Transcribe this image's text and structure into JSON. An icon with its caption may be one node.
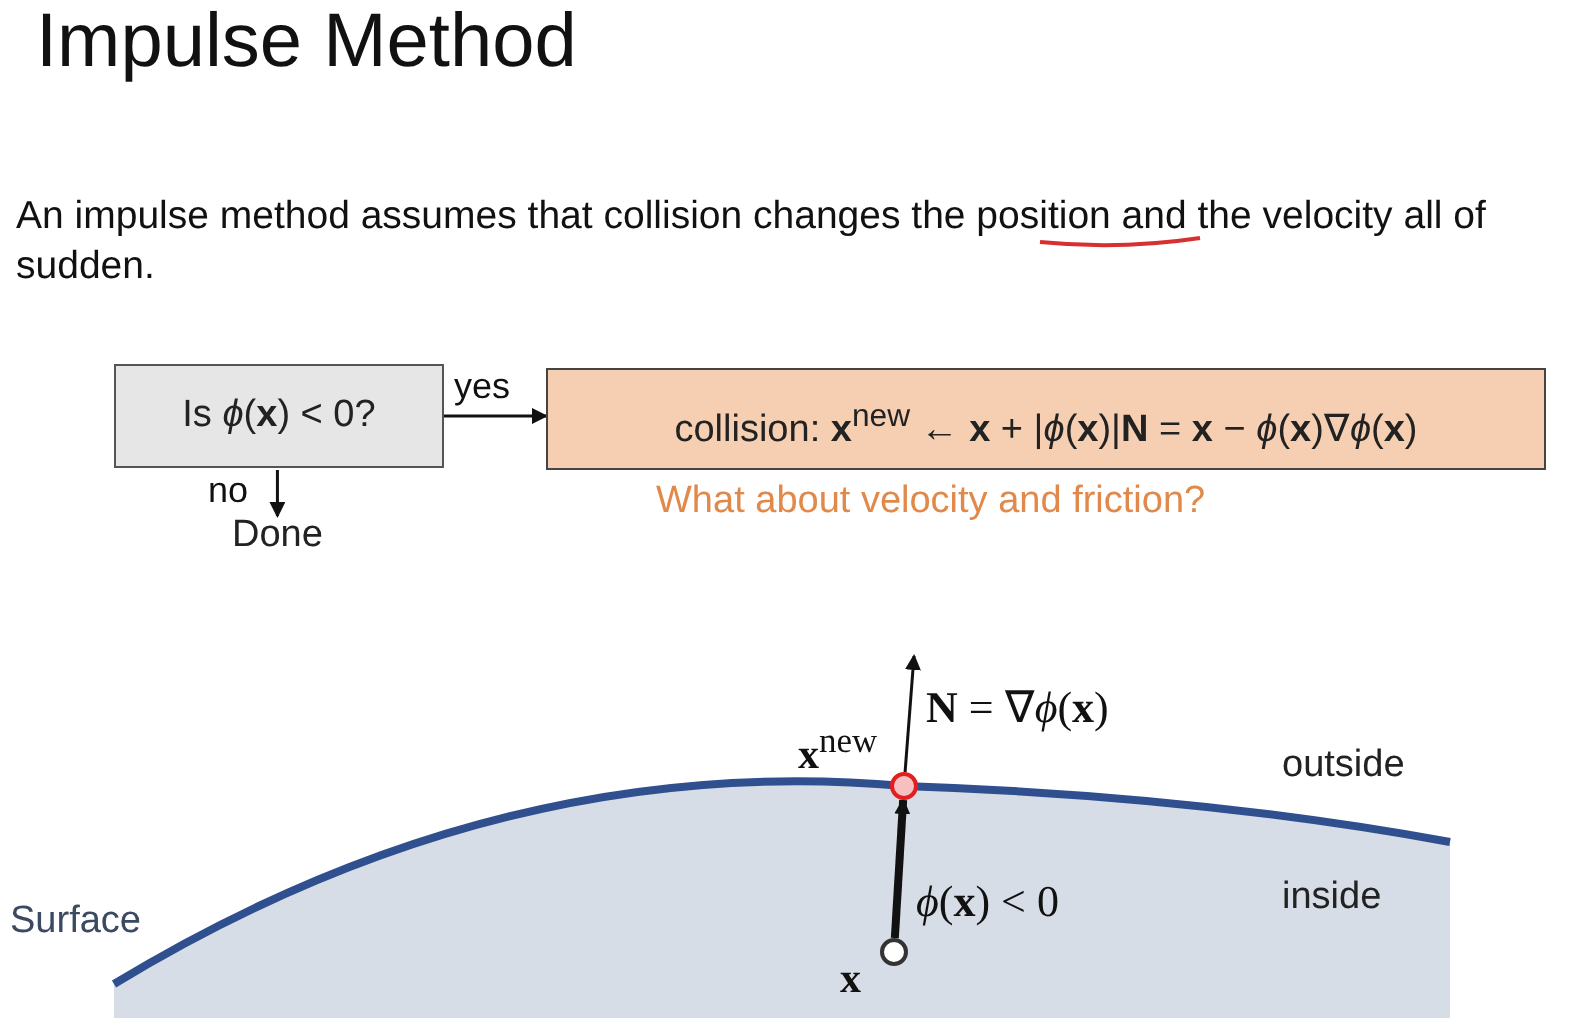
{
  "diagram": {
    "title": "Impulse Method",
    "nodes": [
      {
        "text": [
          "Is *ϕ*(**x**) < 0?"
        ]
      },
      {
        "text": [
          "collision: **x**$^{new}$ ← **x** + |*ϕ*(**x**)|**N** = **x** − *ϕ*(**x**)∇*ϕ*(**x**)"
        ],
        "beside": [
          "What about velocity and friction?"
        ]
      },
      {
        "text": [
          "Done"
        ]
      },
      {
        "text": [],
        "shape": "circle",
        "beside": [
          "**x**"
        ]
      },
      {
        "text": [],
        "shape": "circle",
        "beside": [
          "**x**$^{new}$"
        ]
      }
    ],
    "edges": [
      {
        "from": 0,
        "to": 1,
        "arrow": "to",
        "label": "yes"
      },
      {
        "from": 0,
        "to": 2,
        "arrow": "to",
        "label": "no"
      },
      {
        "from": 3,
        "to": 4,
        "arrow": "to",
        "style": "thick",
        "label": "*ϕ*(**x**) < 0"
      },
      {
        "from": 4,
        "to": null,
        "arrow": "to",
        "label": "**N** = ∇*ϕ*(**x**)"
      }
    ],
    "labels": [
      "An impulse method assumes that collision changes the position and the velocity all of sudden.",
      "outside",
      "inside",
      "Surface"
    ]
  }
}
